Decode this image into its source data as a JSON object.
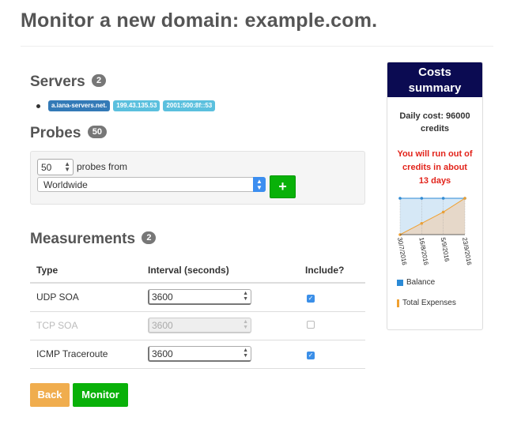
{
  "page": {
    "title": "Monitor a new domain: example.com."
  },
  "servers": {
    "heading": "Servers",
    "count": "2",
    "labels": [
      "a.iana-servers.net.",
      "199.43.135.53",
      "2001:500:8f::53"
    ]
  },
  "probes": {
    "heading": "Probes",
    "count": "50",
    "quantity": "50",
    "from_text": "probes from",
    "region": "Worldwide",
    "add_label": "+"
  },
  "measurements": {
    "heading": "Measurements",
    "count": "2",
    "columns": [
      "Type",
      "Interval (seconds)",
      "Include?"
    ],
    "rows": [
      {
        "type": "UDP SOA",
        "interval": "3600",
        "include": true,
        "enabled": true
      },
      {
        "type": "TCP SOA",
        "interval": "3600",
        "include": false,
        "enabled": false
      },
      {
        "type": "ICMP Traceroute",
        "interval": "3600",
        "include": true,
        "enabled": true
      }
    ]
  },
  "actions": {
    "back_label": "Back",
    "monitor_label": "Monitor"
  },
  "costs": {
    "header": "Costs summary",
    "daily_cost": "Daily cost: 96000 credits",
    "warning": "You will run out of credits in about 13 days"
  },
  "chart_data": {
    "type": "area",
    "categories": [
      "30/7/2016",
      "16/8/2016",
      "5/9/2016",
      "23/9/2016"
    ],
    "series": [
      {
        "name": "Balance",
        "values": [
          100,
          100,
          100,
          100
        ],
        "color": "#2b8ad6"
      },
      {
        "name": "Total Expenses",
        "values": [
          0,
          31,
          62,
          100
        ],
        "color": "#f0a030"
      }
    ],
    "ylim": [
      0,
      100
    ],
    "legend": "bottom"
  }
}
